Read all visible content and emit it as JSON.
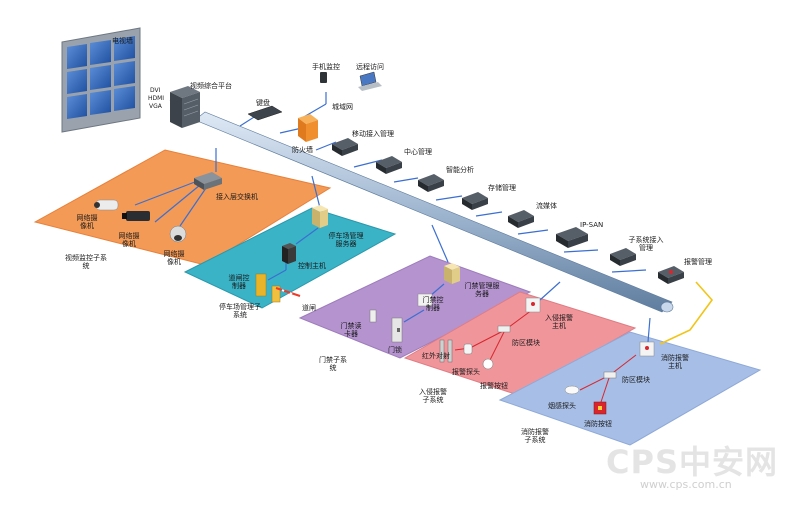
{
  "diagram": {
    "top": {
      "tv_wall": "电视墙",
      "video_platform": "视频综合平台",
      "ports": [
        "DVI",
        "HDMI",
        "VGA"
      ],
      "keyboard": "键盘",
      "mobile_monitor": "手机监控",
      "remote_access": "远程访问",
      "wan": "城域网",
      "firewall": "防火墙"
    },
    "backbone_modules": [
      "移动接入管理",
      "中心管理",
      "智能分析",
      "存储管理",
      "流媒体",
      "IP-SAN",
      "子系统接入管理",
      "报警管理"
    ],
    "video_subsystem": {
      "title": "视频监控子系统",
      "access_switch": "接入层交换机",
      "cameras": [
        "网络摄像机",
        "网络摄像机",
        "网络摄像机"
      ]
    },
    "parking_subsystem": {
      "title": "停车场管理子系统",
      "server": "停车场管理服务器",
      "controller": "控制主机",
      "gate_controller": "道闸控制器",
      "gate": "道闸"
    },
    "access_subsystem": {
      "title": "门禁子系统",
      "server": "门禁管理服务器",
      "controller": "门禁控制器",
      "reader": "门禁读卡器",
      "lock": "门锁"
    },
    "intrusion_subsystem": {
      "title": "入侵报警子系统",
      "host": "入侵报警主机",
      "zone_module": "防区模块",
      "ir": "红外对射",
      "detector": "报警探头",
      "button": "报警按钮"
    },
    "fire_subsystem": {
      "title": "消防报警子系统",
      "host": "消防报警主机",
      "zone_module": "防区模块",
      "smoke": "烟感探头",
      "button": "消防按钮"
    },
    "watermark": {
      "brand": "CPS中安网",
      "url": "www.cps.com.cn"
    }
  }
}
